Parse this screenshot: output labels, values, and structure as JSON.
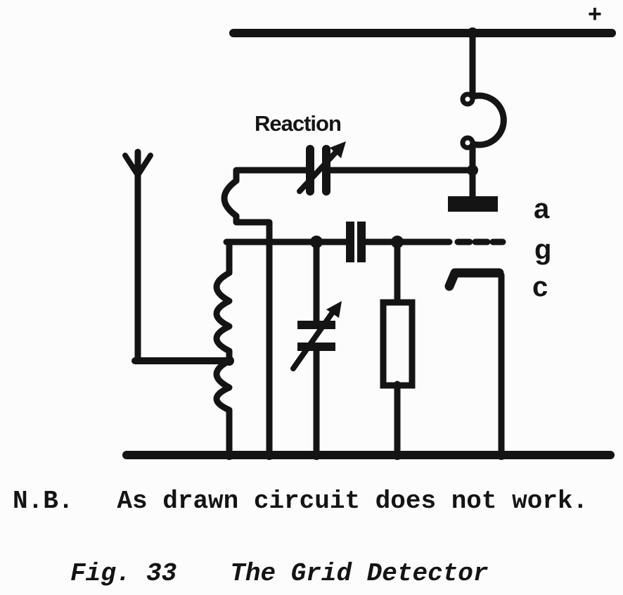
{
  "page": {
    "background": "#fcfcfc",
    "ink": "#141414"
  },
  "diagram": {
    "labels": {
      "supply_polarity": "+",
      "reaction": "Reaction",
      "anode": "a",
      "grid": "g",
      "cathode": "c"
    },
    "components": [
      "ht-supply-rail",
      "phones-coil",
      "reaction-variable-capacitor",
      "reaction-coupling-turn",
      "aerial",
      "tuning-coil",
      "tuning-variable-capacitor",
      "grid-capacitor",
      "grid-leak-resistor",
      "triode-anode",
      "triode-grid",
      "triode-cathode",
      "earth-rail"
    ]
  },
  "note": {
    "prefix": "N.B.",
    "text": "As drawn circuit does not work."
  },
  "caption": {
    "figure": "Fig. 33",
    "title": "The Grid Detector"
  }
}
